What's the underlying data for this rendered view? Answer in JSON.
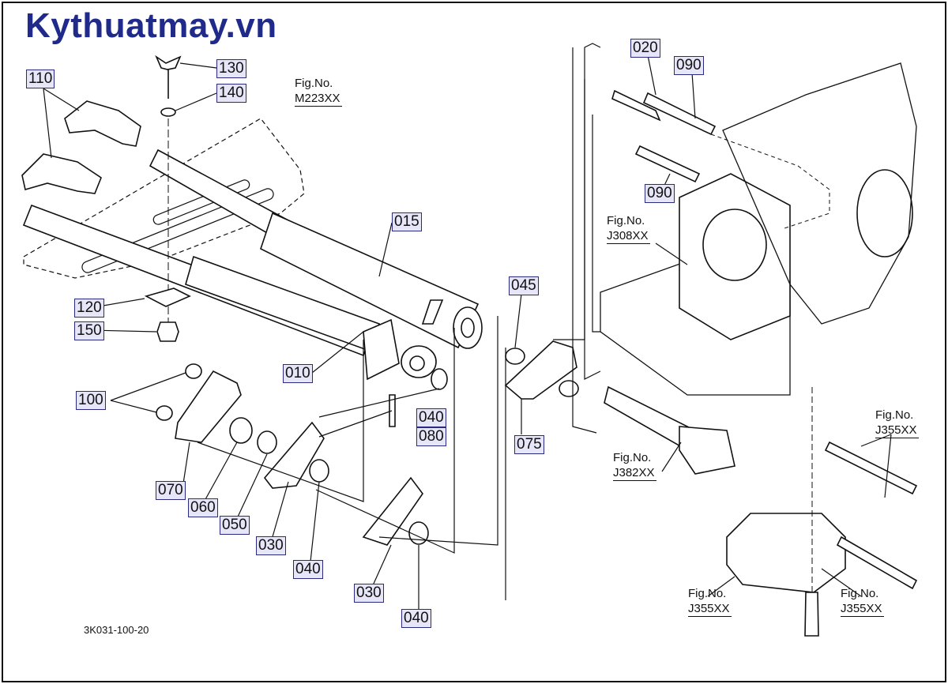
{
  "header": {
    "site_name": "Kythuatmay.vn"
  },
  "drawing_number": "3K031-100-20",
  "part_labels": {
    "p110": "110",
    "p130": "130",
    "p140": "140",
    "p015": "015",
    "p120": "120",
    "p150": "150",
    "p010": "010",
    "p100": "100",
    "p045": "045",
    "p040a": "040",
    "p080": "080",
    "p075": "075",
    "p070": "070",
    "p060": "060",
    "p050": "050",
    "p030a": "030",
    "p040b": "040",
    "p030b": "030",
    "p040c": "040",
    "p020": "020",
    "p090a": "090",
    "p090b": "090"
  },
  "figure_refs": {
    "m223": {
      "label": "Fig.No.",
      "code": "M223XX"
    },
    "j308": {
      "label": "Fig.No.",
      "code": "J308XX"
    },
    "j355_right": {
      "label": "Fig.No.",
      "code": "J355XX"
    },
    "j382": {
      "label": "Fig.No.",
      "code": "J382XX"
    },
    "j355_bottom_left": {
      "label": "Fig.No.",
      "code": "J355XX"
    },
    "j355_bottom_right": {
      "label": "Fig.No.",
      "code": "J355XX"
    }
  },
  "colors": {
    "brand": "#1f2a8a",
    "label_fill": "#e6e6f8",
    "ink": "#111111"
  }
}
